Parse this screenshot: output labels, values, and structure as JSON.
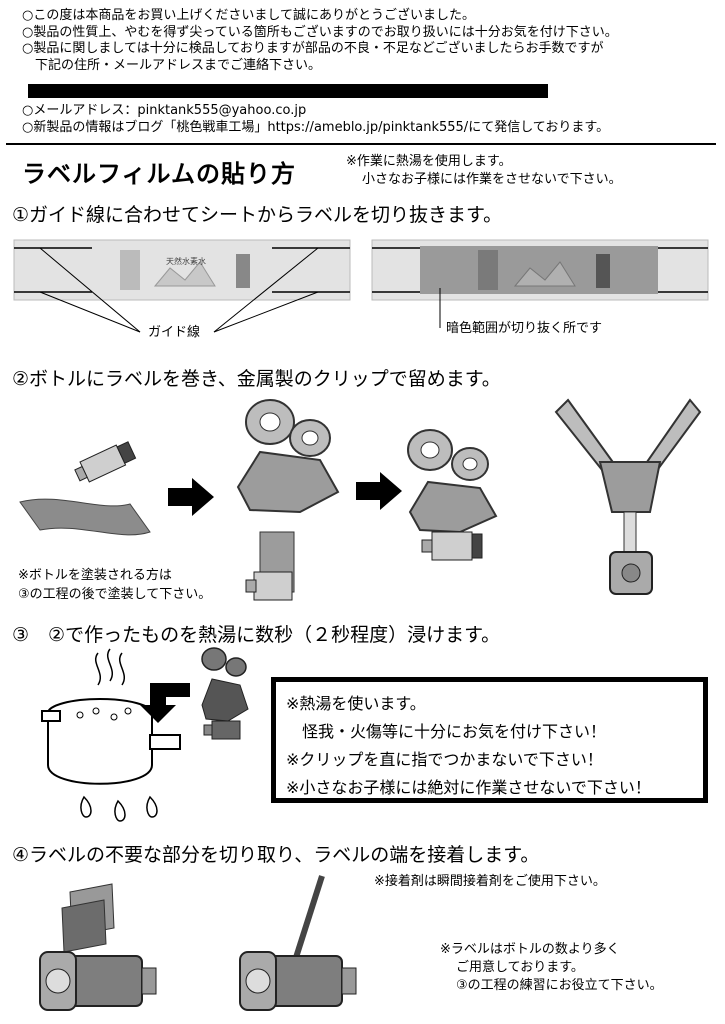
{
  "notice": {
    "lines": [
      "○この度は本商品をお買い上げくださいまして誠にありがとうございました。",
      "○製品の性質上、やむを得ず尖っている箇所もございますのでお取り扱いには十分お気を付け下さい。",
      "○製品に関しましては十分に検品しておりますが部品の不良・不足などございましたらお手数ですが",
      "　下記の住所・メールアドレスまでご連絡下さい。"
    ],
    "email": "○メールアドレス：pinktank555@yahoo.co.jp",
    "blog": "○新製品の情報はブログ「桃色戦車工場」https://ameblo.jp/pinktank555/にて発信しております。"
  },
  "heading": {
    "title": "ラベルフィルムの貼り方",
    "note_line1": "※作業に熱湯を使用します。",
    "note_line2": "小さなお子様には作業をさせないで下さい。"
  },
  "step1": {
    "text": "①ガイド線に合わせてシートからラベルを切り抜きます。",
    "guide_label": "ガイド線",
    "dark_label": "暗色範囲が切り抜く所です",
    "label_print": "天然水素水"
  },
  "step2": {
    "text": "②ボトルにラベルを巻き、金属製のクリップで留めます。",
    "paint_note1": "※ボトルを塗装される方は",
    "paint_note2": "③の工程の後で塗装して下さい。"
  },
  "step3": {
    "text": "③　②で作ったものを熱湯に数秒（２秒程度）浸けます。",
    "warn1": "※熱湯を使います。",
    "warn2": "　怪我・火傷等に十分にお気を付け下さい！",
    "warn3": "※クリップを直に指でつかまないで下さい！",
    "warn4": "※小さなお子様には絶対に作業させないで下さい！"
  },
  "step4": {
    "text": "④ラベルの不要な部分を切り取り、ラベルの端を接着します。",
    "glue_note": "※接着剤は瞬間接着剤をご使用下さい。",
    "extra1": "※ラベルはボトルの数より多く",
    "extra2": "ご用意しております。",
    "extra3": "③の工程の練習にお役立て下さい。"
  },
  "colors": {
    "sheet": "#e3e3e3",
    "sheet_dark": "#9a9a9a",
    "metal": "#8c8c8c",
    "black": "#000000"
  }
}
